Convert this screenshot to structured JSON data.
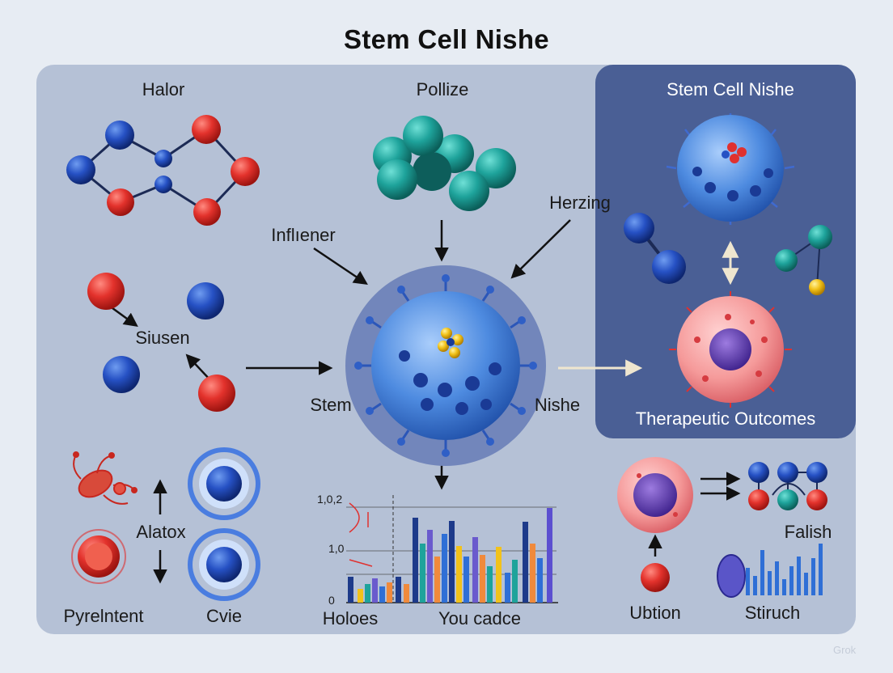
{
  "title": "Stem Cell Nishe",
  "labels": {
    "halor": "Halor",
    "pollize": "Pollize",
    "herzing": "Herzing",
    "influener": "Inflıener",
    "siusen": "Siusen",
    "stem": "Stem",
    "nishe": "Nishe",
    "alatox": "Alatox",
    "pyrelntent": "Pyrelntent",
    "cvie": "Cvie",
    "holoes": "Holoes",
    "you_cadce": "You cadce",
    "falish": "Falish",
    "ubtion": "Ubtion",
    "stiruch": "Stiruch"
  },
  "right_panel": {
    "title": "Stem Cell Nishe",
    "caption": "Therapeutic Outcomes"
  },
  "mini_chart": {
    "ticks": [
      "1,0,2",
      "1,0",
      "0"
    ]
  },
  "watermark": "Grok",
  "colors": {
    "panel": "#b5c1d6",
    "right_panel": "#4a5f95",
    "blue_atom": "#1c3f9a",
    "red_atom": "#e0312f",
    "teal_atom": "#1a9a92"
  }
}
